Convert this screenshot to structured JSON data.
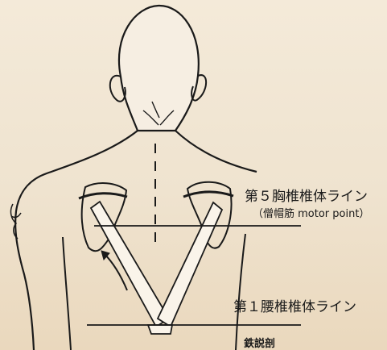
{
  "labels": {
    "t5_line": "第５胸椎椎体ライン",
    "motor_point": "（僧帽筋 motor point）",
    "l1_line": "第１腰椎椎体ライン",
    "bottom_fragment": "鉄説剖"
  },
  "colors": {
    "paper": "#efe3cf",
    "ink": "#1a1a1a"
  }
}
